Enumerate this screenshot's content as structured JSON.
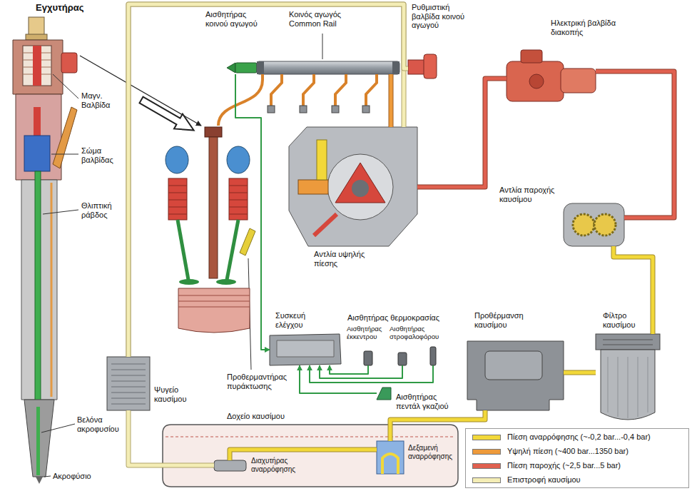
{
  "diagram": {
    "nodes": [
      {
        "text": [
          "Εγχυτήρας"
        ]
      },
      {
        "text": [
          "Αισθητήρας κοινού αγωγού"
        ]
      },
      {
        "text": [
          "Κοινός αγωγός Common Rail"
        ]
      },
      {
        "text": [
          "Ρυθμιστική βαλβίδα κοινού αγωγού"
        ]
      },
      {
        "text": [
          "Ηλεκτρική βαλβίδα διακοπής"
        ]
      },
      {
        "text": [
          "Αντλία υψηλής πίεσης"
        ]
      },
      {
        "text": [
          "Αντλία παροχής καυσίμου"
        ]
      },
      {
        "text": [
          "Συσκευή ελέγχου"
        ]
      },
      {
        "text": [
          "Αισθητήρας θερμοκρασίας"
        ]
      },
      {
        "text": [
          "Αισθητήρας έκκεντρου"
        ]
      },
      {
        "text": [
          "Αισθητήρας στροφαλοφόρου"
        ]
      },
      {
        "text": [
          "Αισθητήρας πεντάλ γκαζιού"
        ]
      },
      {
        "text": [
          "Προθέρμανση καυσίμου"
        ]
      },
      {
        "text": [
          "Φίλτρο καυσίμου"
        ]
      },
      {
        "text": [
          "Ψυγείο καυσίμου"
        ]
      },
      {
        "text": [
          "Δοχείο καυσίμου"
        ]
      },
      {
        "text": [
          "Διαχυτήρας αναρρόφησης"
        ],
        "in": 15
      },
      {
        "text": [
          "Δεξαμενή αναρρόφησης"
        ],
        "in": 15
      }
    ],
    "edges": [
      {
        "from": 1,
        "to": 7,
        "arrow": "to"
      },
      {
        "from": 9,
        "to": 7,
        "arrow": "to"
      },
      {
        "from": 10,
        "to": 7,
        "arrow": "to"
      },
      {
        "from": 8,
        "to": 7,
        "arrow": "to"
      },
      {
        "from": 11,
        "to": 7,
        "arrow": "to"
      },
      {
        "from": 16,
        "to": 17,
        "arrow": "none"
      },
      {
        "from": 17,
        "to": 12,
        "arrow": "none"
      },
      {
        "from": 12,
        "to": 13,
        "arrow": "none"
      },
      {
        "from": 13,
        "to": 6,
        "arrow": "none"
      },
      {
        "from": 6,
        "to": 4,
        "arrow": "none"
      },
      {
        "from": 4,
        "to": 5,
        "arrow": "none"
      },
      {
        "from": 5,
        "to": 2,
        "arrow": "none"
      },
      {
        "from": 5,
        "to": 14,
        "arrow": "none"
      },
      {
        "from": 3,
        "to": 14,
        "arrow": "none"
      },
      {
        "from": 14,
        "to": 16,
        "arrow": "none"
      }
    ],
    "labels": [
      "Μαγν. Βαλβίδα",
      "Σώμα βαλβίδας",
      "Θλιπτική ράβδος",
      "Βελόνα ακροφυσίου",
      "Ακροφύσιο",
      "Προθερμαντήρας πυράκτωσης"
    ],
    "legend": [
      {
        "text": "Πίεση αναρρόφησης (~-0,2 bar...-0,4 bar)",
        "color": "#f2d83a"
      },
      {
        "text": "Υψηλή πίεση (~400 bar...1350 bar)",
        "color": "#ee9a3a"
      },
      {
        "text": "Πίεση παροχής (~2,5 bar...5 bar)",
        "color": "#e0604f"
      },
      {
        "text": "Επιστροφή καυσίμου",
        "color": "#f4edb5"
      }
    ]
  }
}
